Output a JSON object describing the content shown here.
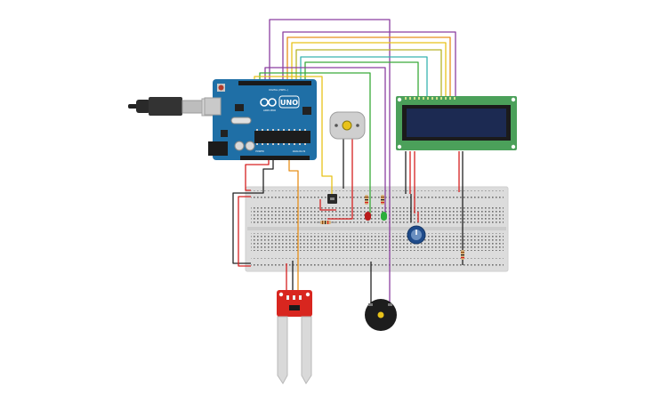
{
  "board": {
    "brand": "ARDUINO",
    "model": "UNO",
    "header_digital": "DIGITAL (PWM~)",
    "header_power": "POWER",
    "header_analog": "ANALOG IN"
  },
  "components": {
    "usb_cable": "usb-cable",
    "dc_motor": "dc-motor",
    "lcd": "lcd-16x2",
    "potentiometer": "potentiometer",
    "buzzer": "piezo-buzzer",
    "moisture_sensor": "soil-moisture-sensor",
    "transistor": "npn-transistor",
    "led_red": "led-red",
    "led_green": "led-green"
  },
  "colors": {
    "arduino": "#1f6fa6",
    "breadboard": "#dedede",
    "lcd_board": "#4ba05a",
    "lcd_screen": "#1c2a52",
    "sensor": "#d8261f",
    "wire_purple": "#8b3fa0",
    "wire_yellow": "#e8c21a",
    "wire_orange": "#e8901a",
    "wire_green": "#3aaa3a",
    "wire_red": "#d62020",
    "wire_black": "#222222",
    "wire_teal": "#39b3b0"
  }
}
